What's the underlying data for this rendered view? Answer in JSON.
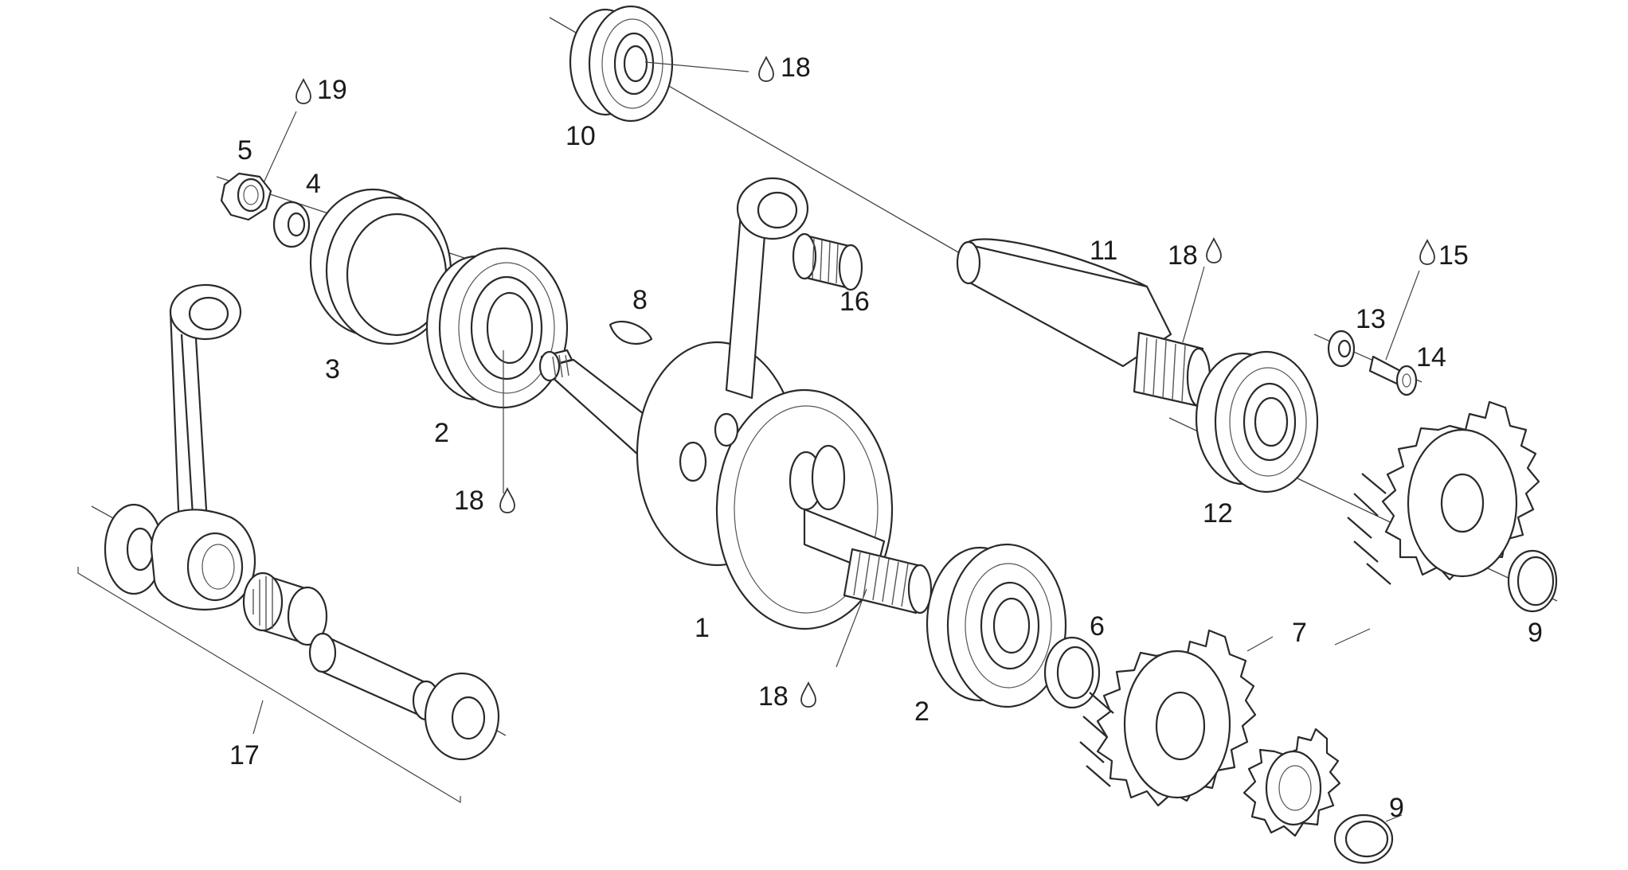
{
  "callouts": [
    {
      "id": "c1",
      "text": "1"
    },
    {
      "id": "c2a",
      "text": "2"
    },
    {
      "id": "c2b",
      "text": "2"
    },
    {
      "id": "c3",
      "text": "3"
    },
    {
      "id": "c4",
      "text": "4"
    },
    {
      "id": "c5",
      "text": "5"
    },
    {
      "id": "c6",
      "text": "6"
    },
    {
      "id": "c7",
      "text": "7"
    },
    {
      "id": "c8",
      "text": "8"
    },
    {
      "id": "c9a",
      "text": "9"
    },
    {
      "id": "c9b",
      "text": "9"
    },
    {
      "id": "c10",
      "text": "10"
    },
    {
      "id": "c11",
      "text": "11"
    },
    {
      "id": "c12",
      "text": "12"
    },
    {
      "id": "c13",
      "text": "13"
    },
    {
      "id": "c14",
      "text": "14"
    },
    {
      "id": "c15",
      "text": "15"
    },
    {
      "id": "c16",
      "text": "16"
    },
    {
      "id": "c17",
      "text": "17"
    },
    {
      "id": "c18a",
      "text": "18"
    },
    {
      "id": "c18b",
      "text": "18"
    },
    {
      "id": "c18c",
      "text": "18"
    },
    {
      "id": "c18d",
      "text": "18"
    },
    {
      "id": "c19",
      "text": "19"
    }
  ],
  "icons": {
    "lubrication": "oil-drop-icon"
  }
}
